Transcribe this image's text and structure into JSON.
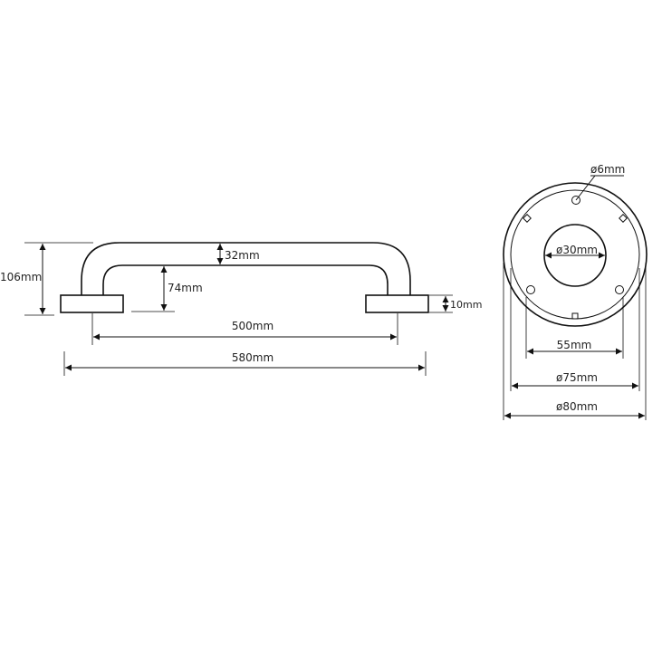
{
  "dimensions": {
    "height_total": "106mm",
    "tube_diameter": "32mm",
    "inner_height": "74mm",
    "plate_thickness": "10mm",
    "center_spacing": "500mm",
    "overall_length": "580mm",
    "screw_hole": "ø6mm",
    "center_hole": "ø30mm",
    "hole_spacing": "55mm",
    "inner_diameter": "ø75mm",
    "outer_diameter": "ø80mm"
  }
}
